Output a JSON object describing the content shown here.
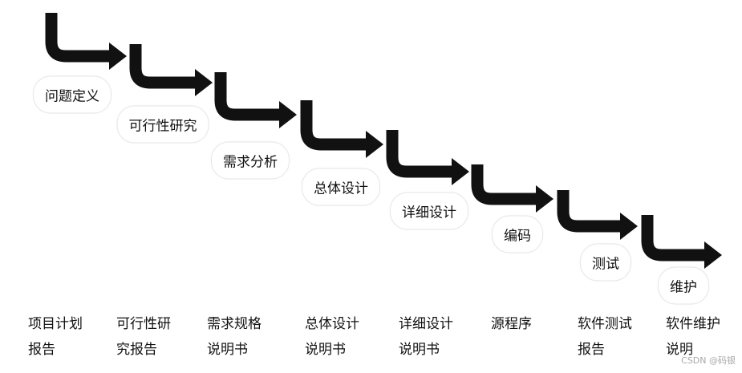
{
  "phases": [
    "问题定义",
    "可行性研究",
    "需求分析",
    "总体设计",
    "详细设计",
    "编码",
    "测试",
    "维护"
  ],
  "documents": [
    [
      "项目计划",
      "报告"
    ],
    [
      "可行性研",
      "究报告"
    ],
    [
      "需求规格",
      "说明书"
    ],
    [
      "总体设计",
      "说明书"
    ],
    [
      "详细设计",
      "说明书"
    ],
    [
      "源程序",
      ""
    ],
    [
      "软件测试",
      "报告"
    ],
    [
      "软件维护",
      "说明"
    ]
  ],
  "watermark": "CSDN @码银",
  "colors": {
    "arrow": "#111111",
    "pill_border": "#e6e6e6"
  }
}
